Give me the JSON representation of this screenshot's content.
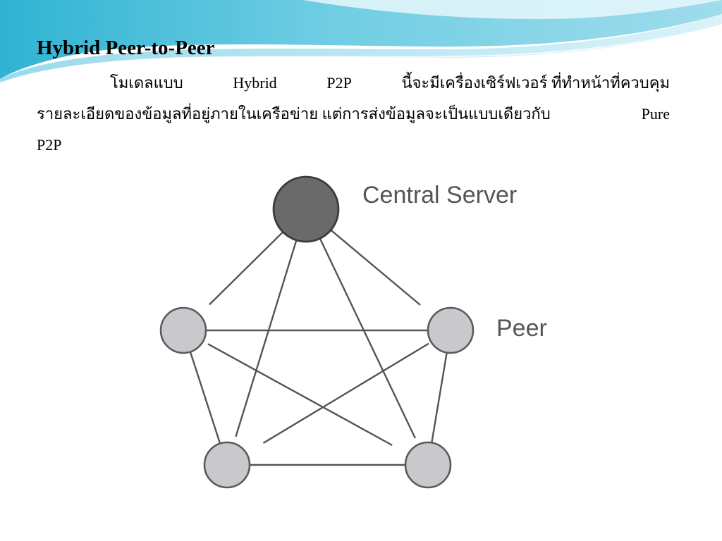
{
  "slide": {
    "title": "Hybrid Peer-to-Peer",
    "body": {
      "line1": [
        "โมเดลแบบ",
        "Hybrid",
        "P2P",
        "นี้จะมีเครื่องเซิร์ฟเวอร์ ที่ทำหน้าที่ควบคุม"
      ],
      "line2": [
        "รายละเอียดของข้อมูลที่อยู่ภายในเครือข่าย แต่การส่งข้อมูลจะเป็นแบบเดียวกับ",
        "Pure"
      ],
      "line3": "P2P"
    }
  },
  "diagram": {
    "central_server_label": "Central Server",
    "peer_label": "Peer",
    "nodes": [
      {
        "id": "server",
        "role": "central-server"
      },
      {
        "id": "peer-left",
        "role": "peer"
      },
      {
        "id": "peer-right",
        "role": "peer"
      },
      {
        "id": "peer-bottom-left",
        "role": "peer"
      },
      {
        "id": "peer-bottom-right",
        "role": "peer"
      }
    ],
    "links": [
      [
        "server",
        "peer-left"
      ],
      [
        "server",
        "peer-right"
      ],
      [
        "server",
        "peer-bottom-left"
      ],
      [
        "server",
        "peer-bottom-right"
      ],
      [
        "peer-left",
        "peer-right"
      ],
      [
        "peer-left",
        "peer-bottom-left"
      ],
      [
        "peer-left",
        "peer-bottom-right"
      ],
      [
        "peer-right",
        "peer-bottom-left"
      ],
      [
        "peer-right",
        "peer-bottom-right"
      ],
      [
        "peer-bottom-left",
        "peer-bottom-right"
      ]
    ],
    "colors": {
      "server_fill": "#6a6a6a",
      "peer_fill": "#c9c8cc",
      "link": "#555555",
      "label": "#555555"
    }
  },
  "theme": {
    "header_wave_colors": [
      "#3bb8d6",
      "#7fd3e6",
      "#bfe9f3"
    ]
  }
}
